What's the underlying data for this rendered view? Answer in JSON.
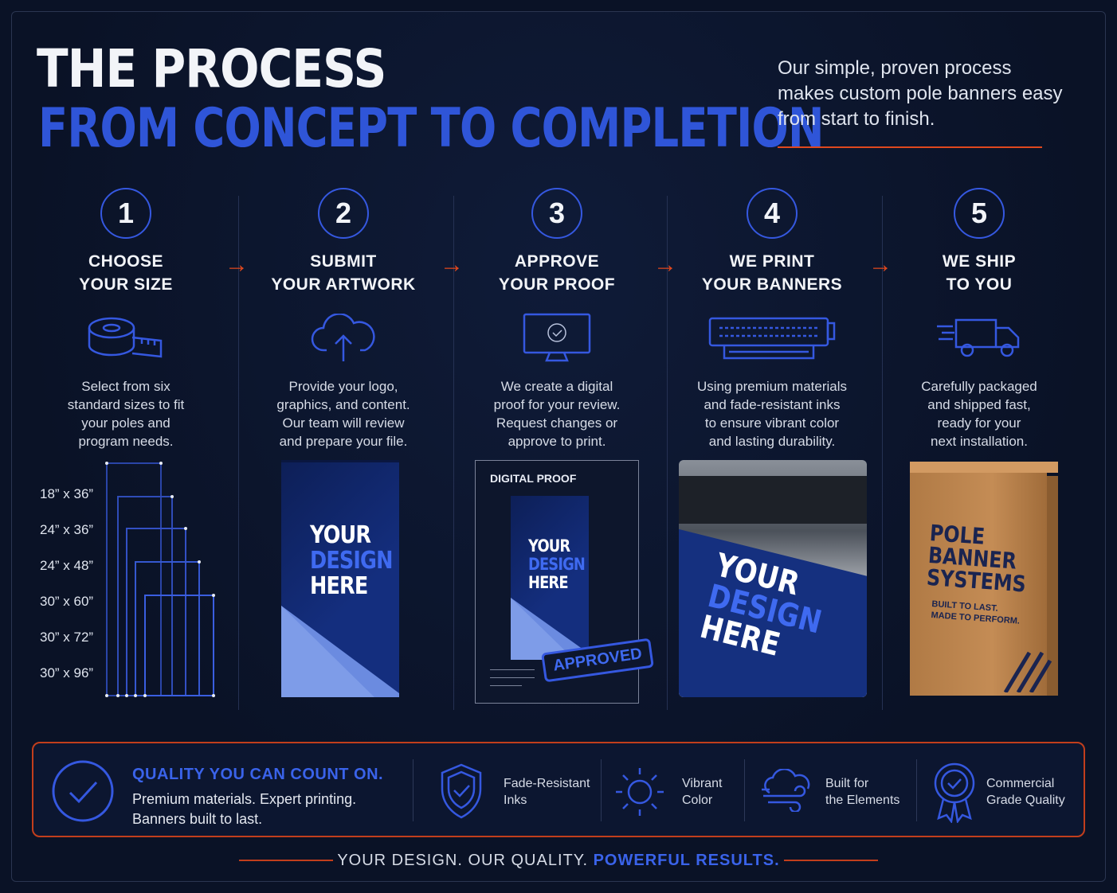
{
  "header": {
    "title_line1": "THE PROCESS",
    "title_line2": "FROM CONCEPT TO COMPLETION",
    "intro": "Our simple, proven process makes custom pole banners easy from start to finish."
  },
  "steps": [
    {
      "number": "1",
      "title": "CHOOSE\nYOUR SIZE",
      "icon": "measuring-tape-icon",
      "desc": "Select from six\nstandard sizes to fit\nyour poles and\nprogram needs."
    },
    {
      "number": "2",
      "title": "SUBMIT\nYOUR ARTWORK",
      "icon": "cloud-upload-icon",
      "desc": "Provide your logo,\ngraphics, and content.\nOur team will review\nand prepare your file."
    },
    {
      "number": "3",
      "title": "APPROVE\nYOUR PROOF",
      "icon": "monitor-check-icon",
      "desc": "We create a digital\nproof for your review.\nRequest changes or\napprove to print."
    },
    {
      "number": "4",
      "title": "WE PRINT\nYOUR BANNERS",
      "icon": "printer-icon",
      "desc": "Using premium materials\nand fade-resistant inks\nto ensure vibrant color\nand lasting durability."
    },
    {
      "number": "5",
      "title": "WE SHIP\nTO YOU",
      "icon": "delivery-truck-icon",
      "desc": "Carefully packaged\nand shipped fast,\nready for your\nnext installation."
    }
  ],
  "sizes": [
    "18” x 36”",
    "24” x 36”",
    "24” x 48”",
    "30” x 60”",
    "30” x 72”",
    "30” x 96”"
  ],
  "banner": {
    "line1": "YOUR",
    "line2": "DESIGN",
    "line3": "HERE"
  },
  "proof": {
    "label": "DIGITAL PROOF",
    "stamp": "APPROVED"
  },
  "box": {
    "line1": "POLE",
    "line2": "BANNER",
    "line3": "SYSTEMS",
    "tag1": "BUILT TO LAST.",
    "tag2": "MADE TO PERFORM."
  },
  "quality": {
    "title": "QUALITY YOU CAN COUNT ON.",
    "desc": "Premium materials. Expert printing.\nBanners built to last.",
    "features": [
      {
        "icon": "shield-check-icon",
        "label": "Fade-Resistant\nInks"
      },
      {
        "icon": "sun-icon",
        "label": "Vibrant\nColor"
      },
      {
        "icon": "cloud-wind-icon",
        "label": "Built for\nthe Elements"
      },
      {
        "icon": "award-badge-icon",
        "label": "Commercial\nGrade Quality"
      }
    ]
  },
  "tagline": {
    "part1": "YOUR DESIGN. OUR QUALITY. ",
    "part2": "POWERFUL RESULTS."
  },
  "colors": {
    "accent_blue": "#2f55d8",
    "accent_orange": "#e0481e",
    "background": "#0a1226"
  }
}
